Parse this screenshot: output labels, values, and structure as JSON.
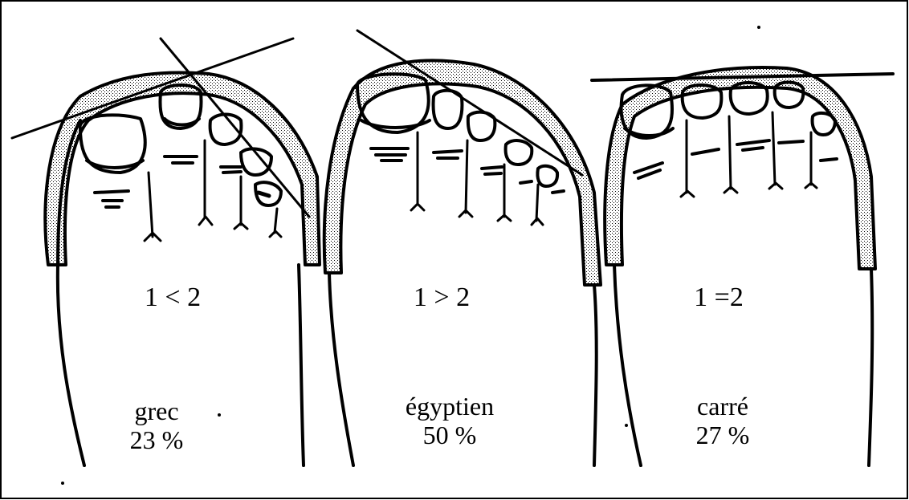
{
  "feet": [
    {
      "type": "grec",
      "relation": "1 < 2",
      "percent": "23 %"
    },
    {
      "type": "égyptien",
      "relation": "1 > 2",
      "percent": "50 %"
    },
    {
      "type": "carré",
      "relation": "1 =2",
      "percent": "27 %"
    }
  ]
}
